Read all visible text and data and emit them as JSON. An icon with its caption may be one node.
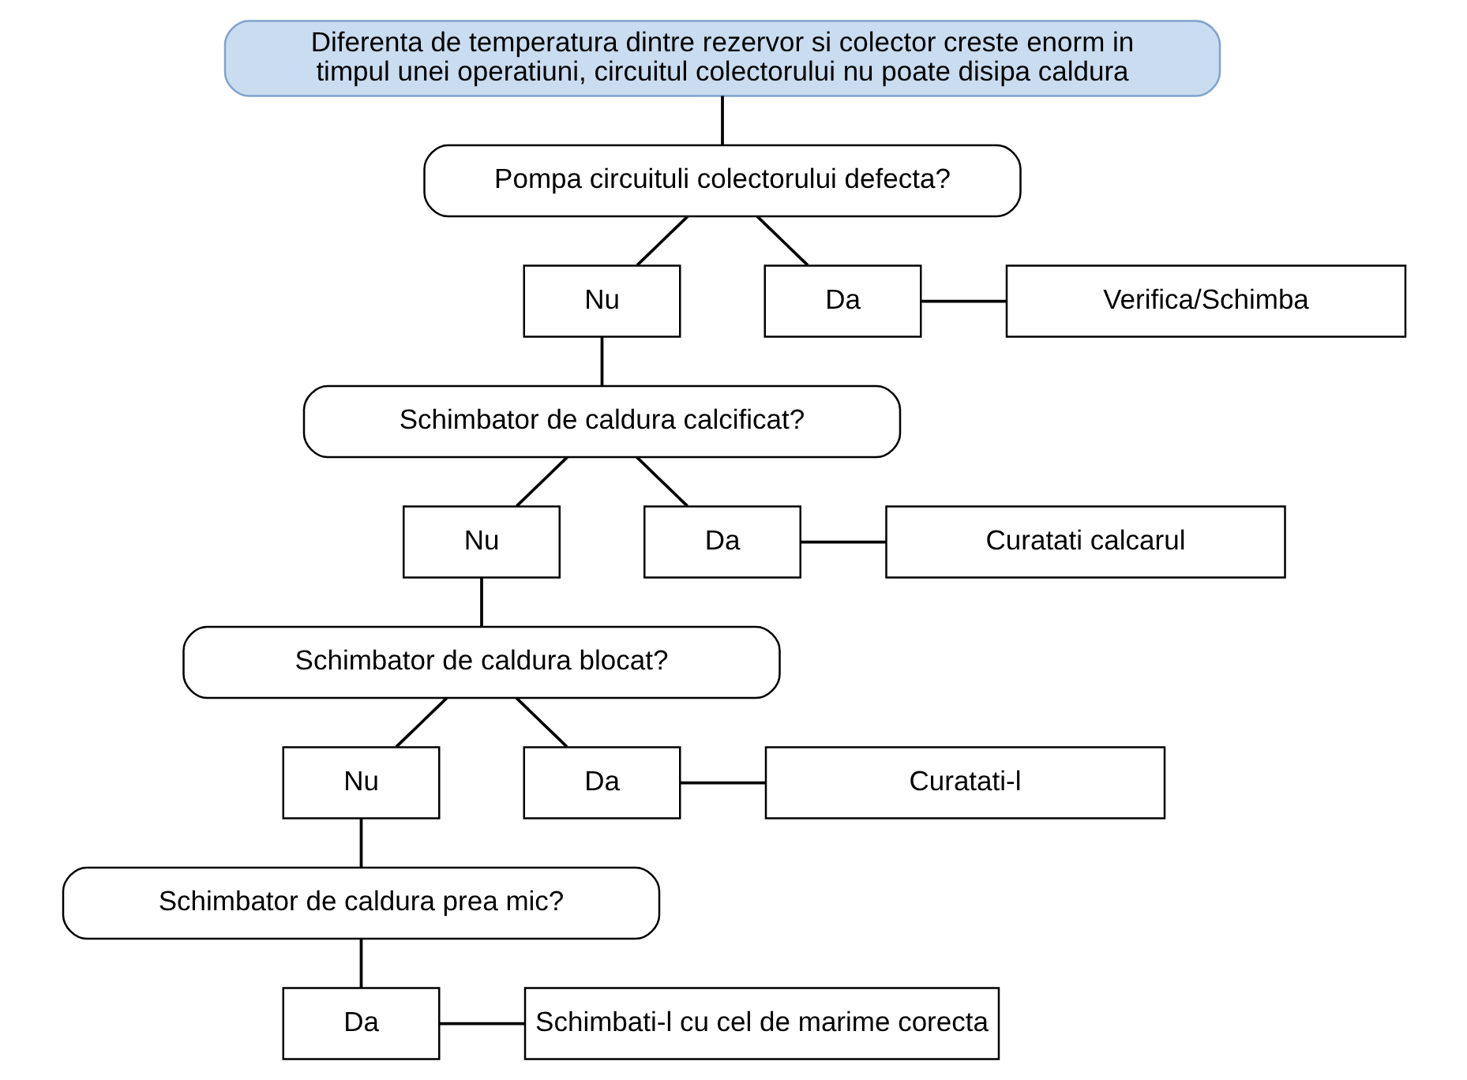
{
  "diagram": {
    "nodes": [
      {
        "text": [
          "Diferenta de temperatura dintre rezervor si colector creste enorm in timpul unei operatiuni, circuitul colectorului nu poate disipa caldura"
        ]
      },
      {
        "text": [
          "Pompa circuituli colectorului defecta?"
        ]
      },
      {
        "text": [
          "Nu"
        ]
      },
      {
        "text": [
          "Da"
        ]
      },
      {
        "text": [
          "Verifica/Schimba"
        ]
      },
      {
        "text": [
          "Schimbator de caldura calcificat?"
        ]
      },
      {
        "text": [
          "Nu"
        ]
      },
      {
        "text": [
          "Da"
        ]
      },
      {
        "text": [
          "Curatati calcarul"
        ]
      },
      {
        "text": [
          "Schimbator de caldura blocat?"
        ]
      },
      {
        "text": [
          "Nu"
        ]
      },
      {
        "text": [
          "Da"
        ]
      },
      {
        "text": [
          "Curatati-l"
        ]
      },
      {
        "text": [
          "Schimbator de caldura prea mic?"
        ]
      },
      {
        "text": [
          "Da"
        ]
      },
      {
        "text": [
          "Schimbati-l cu cel de marime corecta"
        ]
      }
    ],
    "edges": [
      {
        "from": 0,
        "to": 1,
        "arrow": "none"
      },
      {
        "from": 1,
        "to": 2,
        "arrow": "none"
      },
      {
        "from": 1,
        "to": 3,
        "arrow": "none"
      },
      {
        "from": 3,
        "to": 4,
        "arrow": "none"
      },
      {
        "from": 2,
        "to": 5,
        "arrow": "none"
      },
      {
        "from": 5,
        "to": 6,
        "arrow": "none"
      },
      {
        "from": 5,
        "to": 7,
        "arrow": "none"
      },
      {
        "from": 7,
        "to": 8,
        "arrow": "none"
      },
      {
        "from": 6,
        "to": 9,
        "arrow": "none"
      },
      {
        "from": 9,
        "to": 10,
        "arrow": "none"
      },
      {
        "from": 9,
        "to": 11,
        "arrow": "none"
      },
      {
        "from": 11,
        "to": 12,
        "arrow": "none"
      },
      {
        "from": 10,
        "to": 13,
        "arrow": "none"
      },
      {
        "from": 13,
        "to": 14,
        "arrow": "none"
      },
      {
        "from": 14,
        "to": 15,
        "arrow": "none"
      }
    ]
  }
}
